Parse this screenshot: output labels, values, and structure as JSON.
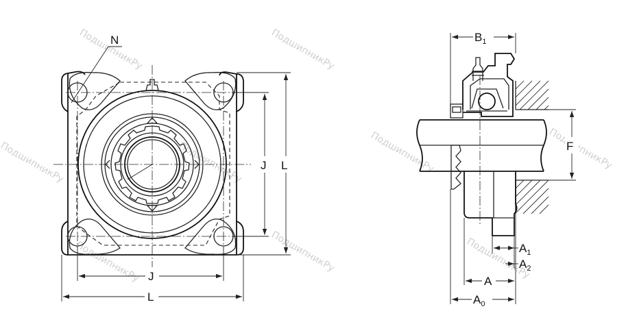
{
  "watermark": "ПодшипникРу",
  "front_view": {
    "labels": {
      "N": "N",
      "J_vertical": "J",
      "L_vertical": "L",
      "J_horizontal": "J",
      "L_horizontal": "L"
    }
  },
  "side_view": {
    "labels": {
      "B": "B",
      "B_sub": "1",
      "F": "F",
      "A1": "A",
      "A1_sub": "1",
      "A2": "A",
      "A2_sub": "2",
      "A": "A",
      "A0": "A",
      "A0_sub": "0"
    }
  }
}
